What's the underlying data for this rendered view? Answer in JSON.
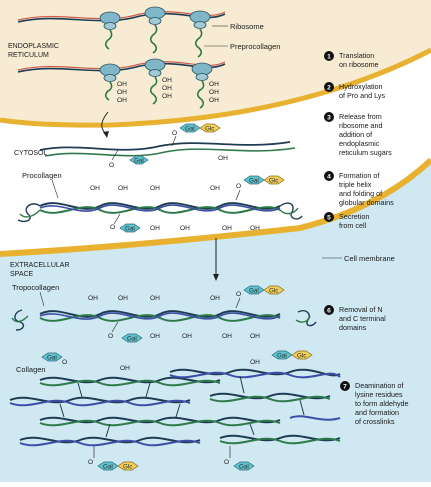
{
  "regions": {
    "er_label": [
      "ENDOPLASMIC",
      "RETICULUM"
    ],
    "cytosol_label": "CYTOSOL",
    "extracellular_label": [
      "EXTRACELLULAR",
      "SPACE"
    ],
    "cell_membrane_label": "Cell membrane"
  },
  "molecule_labels": {
    "ribosome": "Ribosome",
    "preprocollagen": "Preprocollagen",
    "procollagen": "Procollagen",
    "tropocollagen": "Tropocollagen",
    "collagen": "Collagen"
  },
  "group_labels": {
    "oh": "OH",
    "o": "O",
    "gal": "Gal",
    "glc": "Glc"
  },
  "steps": [
    {
      "number": "1",
      "lines": [
        "Translation",
        "on ribosome"
      ]
    },
    {
      "number": "2",
      "lines": [
        "Hydroxylation",
        "of Pro and Lys"
      ]
    },
    {
      "number": "3",
      "lines": [
        "Release from",
        "ribosome and",
        "addition of",
        "endoplasmic",
        "reticulum sugars"
      ]
    },
    {
      "number": "4",
      "lines": [
        "Formation of",
        "triple helix",
        "and folding of",
        "globular domains"
      ]
    },
    {
      "number": "5",
      "lines": [
        "Secretion",
        "from cell"
      ]
    },
    {
      "number": "6",
      "lines": [
        "Removal of N",
        "and C terminal",
        "domains"
      ]
    },
    {
      "number": "7",
      "lines": [
        "Deamination of",
        "lysine residues",
        "to form aldehyde",
        "and formation",
        "of crosslinks"
      ]
    }
  ],
  "colors": {
    "er_lumen": "#f7ecd3",
    "membrane": "#e8b230",
    "extracellular": "#cfe8f1",
    "ribosome": "#7fb7c8",
    "strand_dark": "#1f3c55",
    "strand_green": "#2f7a4a",
    "strand_blue": "#3b4fa8",
    "preprocollagen_red": "#c23a2a",
    "gal": "#5ec2cf",
    "glc": "#f0cf5a",
    "arrow": "#222222",
    "step_circle": "#111111"
  }
}
